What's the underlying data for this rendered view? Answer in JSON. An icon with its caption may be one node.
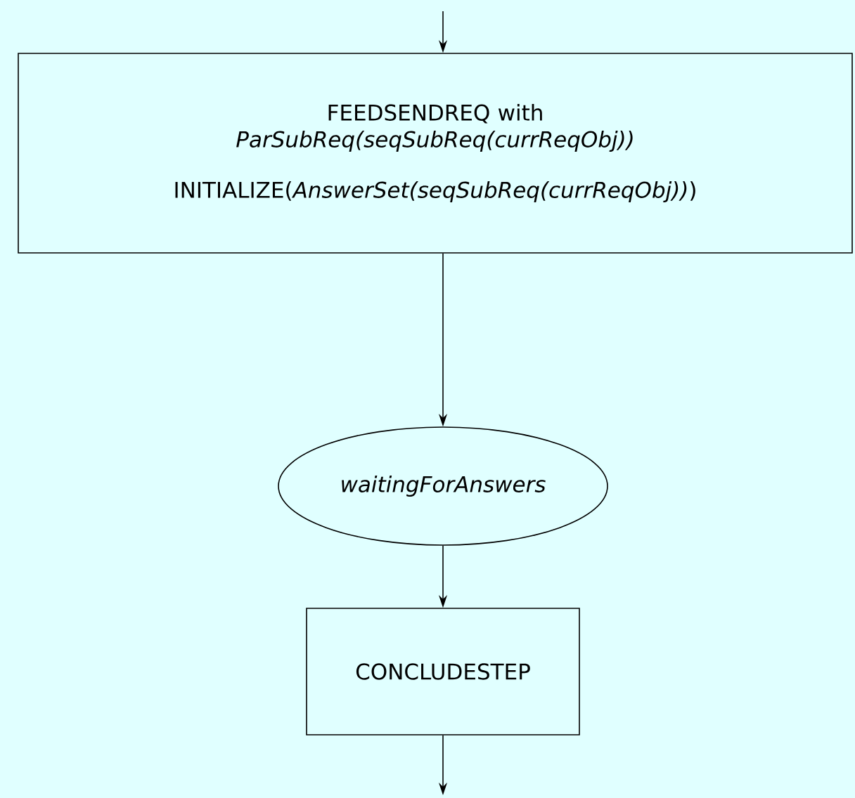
{
  "diagram": {
    "nodes": [
      {
        "text": [
          "FEEDSENDREQ with *ParSubReq(seqSubReq(currReqObj))*",
          "INITIALIZE(*AnswerSet(seqSubReq(currReqObj))*)"
        ]
      },
      {
        "text": [
          "*waitingForAnswers*"
        ]
      },
      {
        "text": [
          "CONCLUDESTEP"
        ]
      }
    ],
    "edges": [
      {
        "from": null,
        "to": 0,
        "arrow": "to"
      },
      {
        "from": 0,
        "to": 1,
        "arrow": "to"
      },
      {
        "from": 1,
        "to": 2,
        "arrow": "to"
      },
      {
        "from": 2,
        "to": null,
        "arrow": "to"
      }
    ]
  }
}
